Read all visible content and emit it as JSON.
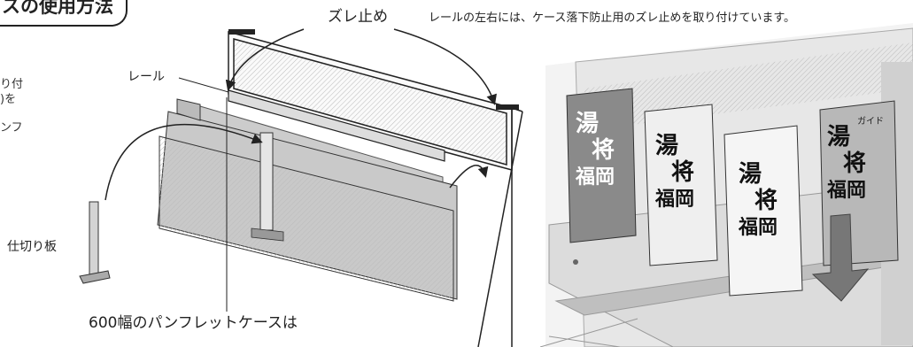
{
  "title": "スの使用方法",
  "left_fragments": [
    "り付",
    ")を",
    "ンフ"
  ],
  "labels": {
    "zure_dome": "ズレ止め",
    "zure_note": "レールの左右には、ケース落下防止用のズレ止めを取り付けています。",
    "rail": "レール",
    "shikiri": "仕切り板",
    "case_600": "600幅のパンフレットケースは"
  },
  "pamphlet_text": [
    "ガイド",
    "湯",
    "将",
    "福岡"
  ],
  "colors": {
    "outline": "#222222",
    "arrow": "#666666",
    "bg": "#ffffff"
  }
}
